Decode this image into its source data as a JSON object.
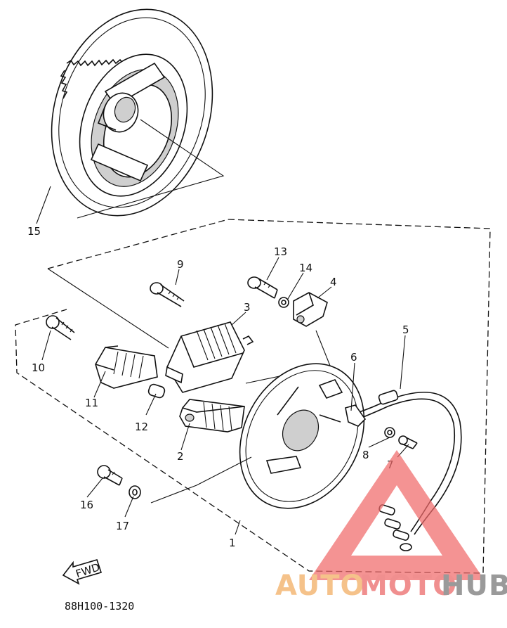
{
  "diagram": {
    "drawing_code": "88H100-1320",
    "fwd_label": "FWD",
    "callouts": [
      {
        "id": "1",
        "label": "1"
      },
      {
        "id": "2",
        "label": "2"
      },
      {
        "id": "3",
        "label": "3"
      },
      {
        "id": "4",
        "label": "4"
      },
      {
        "id": "5",
        "label": "5"
      },
      {
        "id": "6",
        "label": "6"
      },
      {
        "id": "7",
        "label": "7"
      },
      {
        "id": "8",
        "label": "8"
      },
      {
        "id": "9",
        "label": "9"
      },
      {
        "id": "10",
        "label": "10"
      },
      {
        "id": "11",
        "label": "11"
      },
      {
        "id": "12",
        "label": "12"
      },
      {
        "id": "13",
        "label": "13"
      },
      {
        "id": "14",
        "label": "14"
      },
      {
        "id": "15",
        "label": "15"
      },
      {
        "id": "16",
        "label": "16"
      },
      {
        "id": "17",
        "label": "17"
      }
    ]
  },
  "watermark": {
    "part1": "AUTO",
    "part2": "MOTO",
    "part3": "HUB",
    "colors": {
      "auto": "#f5c28a",
      "moto": "#f08f8f",
      "hub": "#9a9a9a",
      "triangle": "#f06a6a"
    }
  }
}
